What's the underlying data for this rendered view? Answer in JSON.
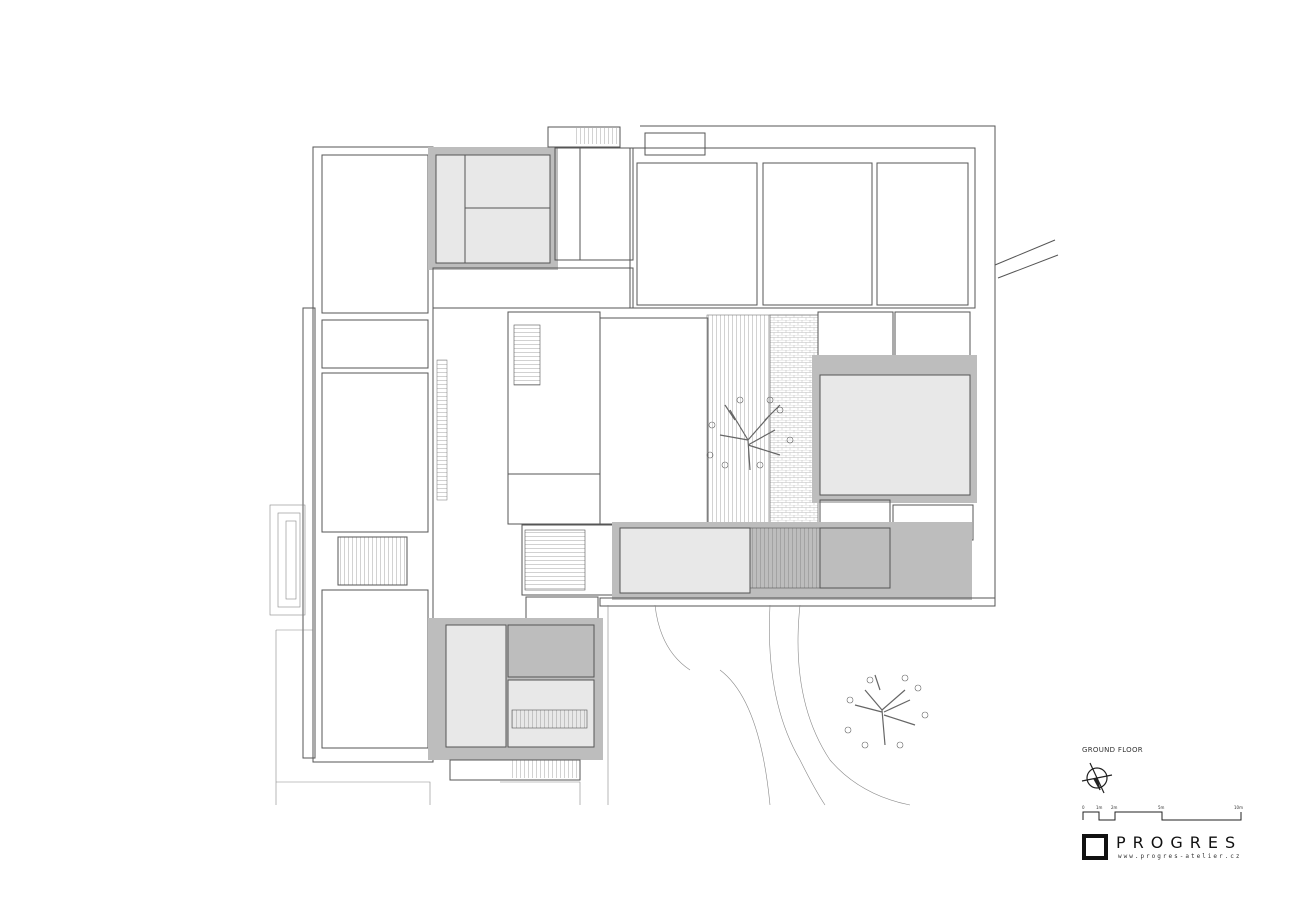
{
  "legend": {
    "title": "GROUND FLOOR",
    "scale_labels": [
      "0",
      "1m",
      "2m",
      "5m",
      "10m"
    ]
  },
  "logo": {
    "name": "PROGRES",
    "url": "www.progres-atelier.cz"
  },
  "colors": {
    "wall": "#555555",
    "grey_room": "#e8e8e8",
    "poche": "#bdbdbd"
  }
}
